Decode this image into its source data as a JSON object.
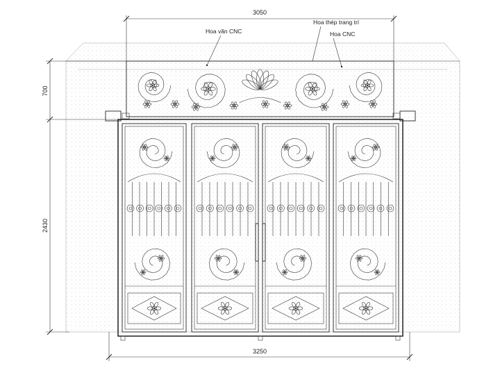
{
  "dimensions": {
    "top_width": "3050",
    "bottom_width": "3250",
    "header_height": "700",
    "gate_height": "2430"
  },
  "labels": {
    "cnc_pattern": "Hoa văn CNC",
    "decor_steel": "Hoa thép trang trí",
    "cnc_flower": "Hoa CNC"
  },
  "colors": {
    "line": "#222222",
    "wall_hatch": "#bbbbbb"
  }
}
